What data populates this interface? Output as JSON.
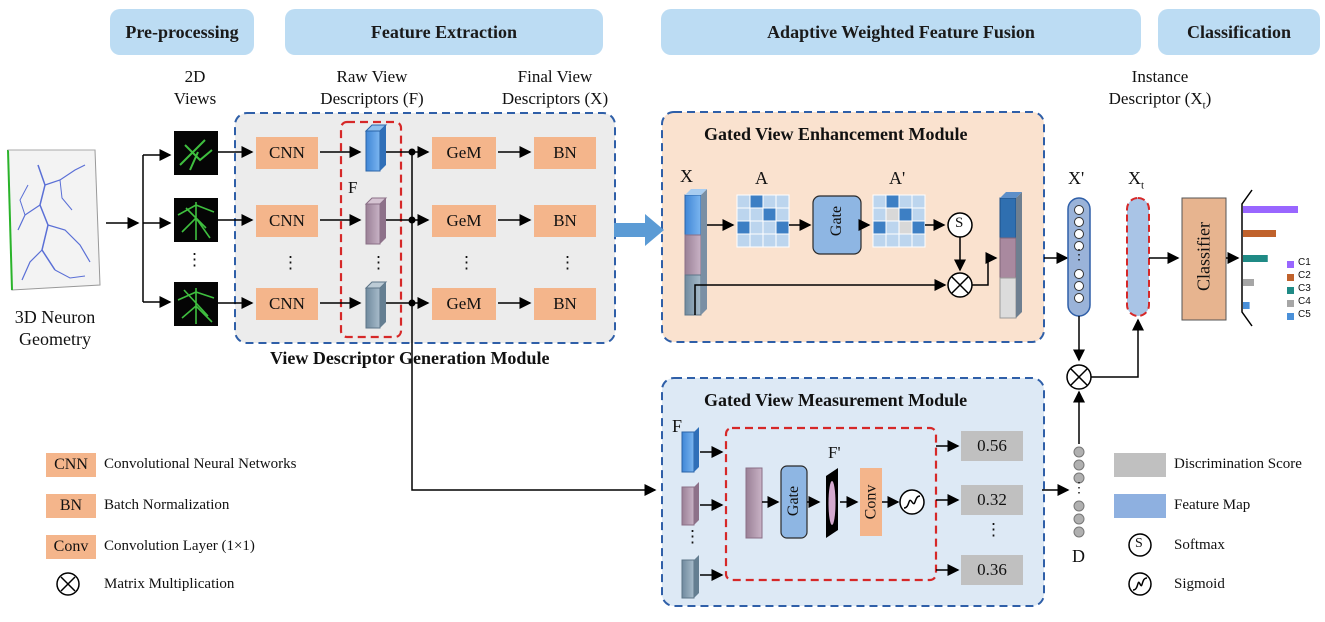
{
  "stages": {
    "preprocessing": "Pre-processing",
    "feature_extraction": "Feature Extraction",
    "fusion": "Adaptive Weighted Feature Fusion",
    "classification": "Classification"
  },
  "headers": {
    "views_2d_line1": "2D",
    "views_2d_line2": "Views",
    "raw_line1": "Raw View",
    "raw_line2": "Descriptors (F)",
    "final_line1": "Final View",
    "final_line2": "Descriptors (X)",
    "instance_line1": "Instance",
    "instance_line2": "Descriptor (X",
    "instance_sub": "t",
    "instance_end": ")"
  },
  "input": {
    "line1": "3D Neuron",
    "line2": "Geometry"
  },
  "blocks": {
    "cnn": "CNN",
    "gem": "GeM",
    "bn": "BN",
    "gate": "Gate",
    "conv": "Conv",
    "classifier": "Classifier",
    "softmax_symbol": "S"
  },
  "labels": {
    "f": "F",
    "x": "X",
    "a": "A",
    "a_prime": "A'",
    "x_prime": "X'",
    "xt": "X",
    "xt_sub": "t",
    "f_prime": "F'",
    "d": "D",
    "dots_v": "⋮",
    "dots_h": "···"
  },
  "modules": {
    "view_descriptor": "View Descriptor Generation Module",
    "gated_enhancement": "Gated View Enhancement Module",
    "gated_measurement": "Gated View Measurement Module"
  },
  "scores": [
    "0.56",
    "0.32",
    "0.36"
  ],
  "classes": [
    "C1",
    "C2",
    "C3",
    "C4",
    "C5"
  ],
  "class_colors": [
    "#9966ff",
    "#c0622c",
    "#1f8a85",
    "#a6a6a6",
    "#4a90d9"
  ],
  "class_bar_values": [
    1.0,
    0.6,
    0.45,
    0.2,
    0.12
  ],
  "legend": [
    {
      "key": "CNN",
      "text": "Convolutional Neural Networks"
    },
    {
      "key": "BN",
      "text": "Batch Normalization"
    },
    {
      "key": "Conv",
      "text": "Convolution Layer (1×1)"
    },
    {
      "key": "⊗",
      "text": "Matrix Multiplication"
    }
  ],
  "legend_right": [
    {
      "text": "Discrimination Score"
    },
    {
      "text": "Feature Map"
    },
    {
      "key": "S",
      "text": "Softmax"
    },
    {
      "text": "Sigmoid"
    }
  ],
  "colors": {
    "stage": "#bcdcf3",
    "orange": "#f4b58b",
    "red_dash": "#d62828",
    "blue_dash": "#2f5fa8"
  }
}
